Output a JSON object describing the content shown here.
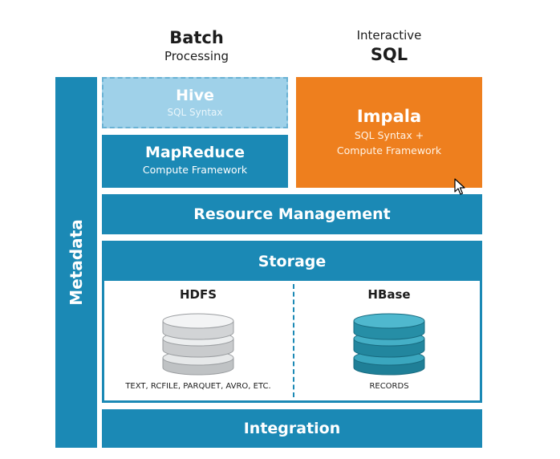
{
  "headings": {
    "batch_line1": "Batch",
    "batch_line2": "Processing",
    "interactive_line1": "Interactive",
    "interactive_line2": "SQL"
  },
  "metadata": {
    "label": "Metadata"
  },
  "hive": {
    "title": "Hive",
    "subtitle": "SQL Syntax"
  },
  "mapreduce": {
    "title": "MapReduce",
    "subtitle": "Compute Framework"
  },
  "impala": {
    "title": "Impala",
    "subtitle_line1": "SQL Syntax +",
    "subtitle_line2": "Compute Framework"
  },
  "resource_management": {
    "label": "Resource Management"
  },
  "storage": {
    "label": "Storage",
    "hdfs": {
      "title": "HDFS",
      "caption": "TEXT, RCFILE, PARQUET, AVRO, ETC."
    },
    "hbase": {
      "title": "HBase",
      "caption": "RECORDS"
    }
  },
  "integration": {
    "label": "Integration"
  },
  "icons": {
    "hdfs": "database-gray-icon",
    "hbase": "database-teal-icon",
    "pointer": "mouse-cursor-icon"
  },
  "colors": {
    "blue": "#1b89b5",
    "light_blue": "#9fd1e9",
    "orange": "#ee7f1e",
    "disk_gray": "#d7d9db",
    "disk_teal": "#2a93ab"
  }
}
